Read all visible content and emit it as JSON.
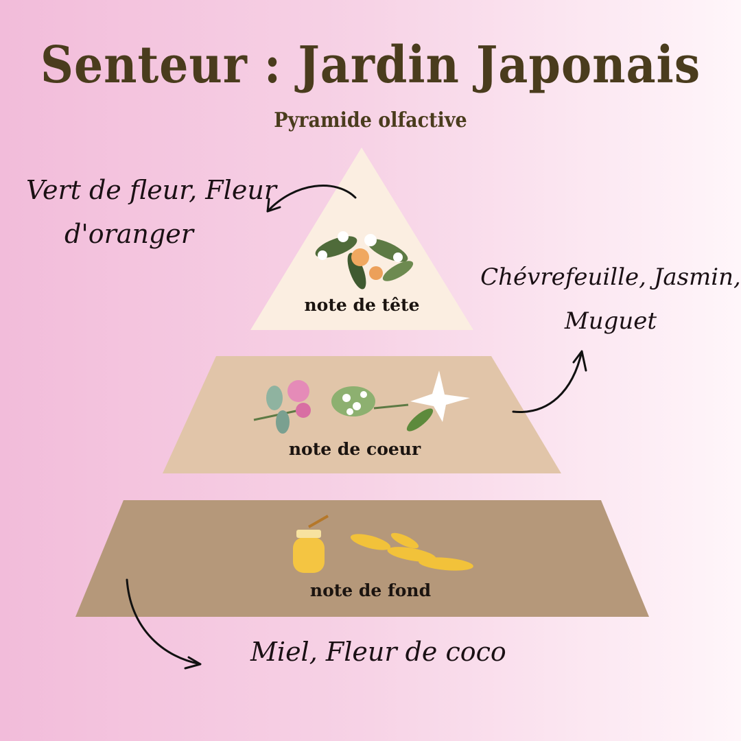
{
  "title": "Senteur : Jardin Japonais",
  "subtitle": "Pyramide olfactive",
  "tiers": [
    {
      "label": "note de tête",
      "notes_line1": "Vert de fleur, Fleur",
      "notes_line2": "d'oranger",
      "color": "#fbeee1"
    },
    {
      "label": "note de coeur",
      "notes_line1": "Chévrefeuille, Jasmin,",
      "notes_line2": "Muguet",
      "color": "#e1c5a9"
    },
    {
      "label": "note de fond",
      "notes_line1": "Miel, Fleur de coco",
      "color": "#b5987a"
    }
  ],
  "text_color": "#4a3c1d"
}
